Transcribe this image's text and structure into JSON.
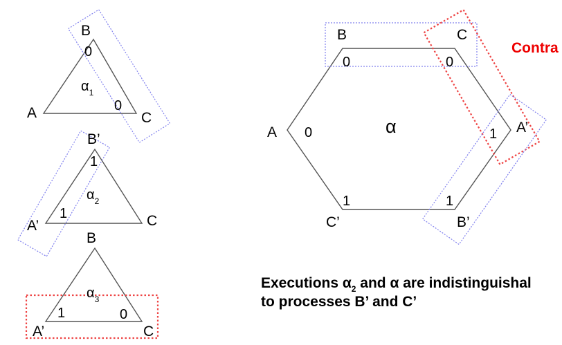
{
  "colors": {
    "shape_stroke": "#555555",
    "blue_box": "#8080ee",
    "red_box": "#ee4444",
    "contradiction_text": "#ee0000"
  },
  "triangle1": {
    "top": "B",
    "left": "A",
    "right": "C",
    "top_value": "0",
    "right_value": "0",
    "execution": "α",
    "execution_sub": "1"
  },
  "triangle2": {
    "top": "B’",
    "left": "A’",
    "right": "C",
    "top_value": "1",
    "left_value": "1",
    "execution": "α",
    "execution_sub": "2"
  },
  "triangle3": {
    "top": "B",
    "left": "A’",
    "right": "C",
    "left_value": "1",
    "right_value": "0",
    "execution": "α",
    "execution_sub": "3"
  },
  "hexagon": {
    "execution": "α",
    "vertices": {
      "B": {
        "label": "B",
        "value": "0"
      },
      "C": {
        "label": "C",
        "value": "0"
      },
      "A": {
        "label": "A",
        "value": "0"
      },
      "A_prime": {
        "label": "A’",
        "value": "1"
      },
      "C_prime": {
        "label": "C’",
        "value": "1"
      },
      "B_prime": {
        "label": "B’",
        "value": "1"
      }
    }
  },
  "contradiction": "Contra",
  "caption": {
    "line1_prefix": "Executions α",
    "line1_sub": "2",
    "line1_rest": " and α are indistinguishal",
    "line2": "to processes B’ and C’"
  }
}
